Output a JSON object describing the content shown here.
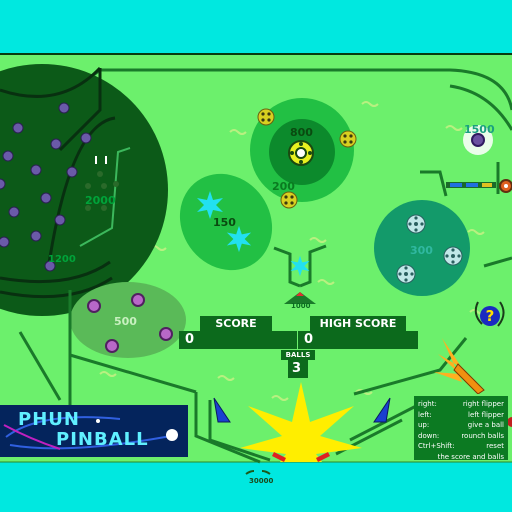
{
  "colors": {
    "background_cyan": "#00e8e0",
    "table_green": "#6cf06c",
    "dark_green": "#0c5a18",
    "score_box": "#0c6a1c",
    "bumper_green": "#22c044",
    "flash_yellow": "#ffee00"
  },
  "bonus_values": {
    "v2000": "2000",
    "v1200": "1200",
    "v500": "500",
    "v150": "150",
    "v800": "800",
    "v200": "200",
    "v1500": "1500",
    "v300": "300",
    "v1000": "1000",
    "v30000": "30000"
  },
  "scoreboard": {
    "score_label": "SCORE",
    "score_value": "0",
    "high_score_label": "HIGH  SCORE",
    "high_score_value": "0",
    "balls_label": "BALLS",
    "balls_value": "3"
  },
  "help_icon": "?",
  "help": [
    {
      "key": "right:",
      "action": "right flipper"
    },
    {
      "key": "left:",
      "action": "left flipper"
    },
    {
      "key": "up:",
      "action": "give a ball"
    },
    {
      "key": "down:",
      "action": "rounch balls"
    },
    {
      "key": "Ctrl+Shift:",
      "action": "reset"
    },
    {
      "key": "",
      "action": "the score and balls"
    }
  ],
  "logo": {
    "word1": "PHUN",
    "word2": "PINBALL"
  },
  "icons": [
    "bumper-icon",
    "star-target-icon",
    "help-icon",
    "plunger-icon",
    "flipper-icon"
  ]
}
